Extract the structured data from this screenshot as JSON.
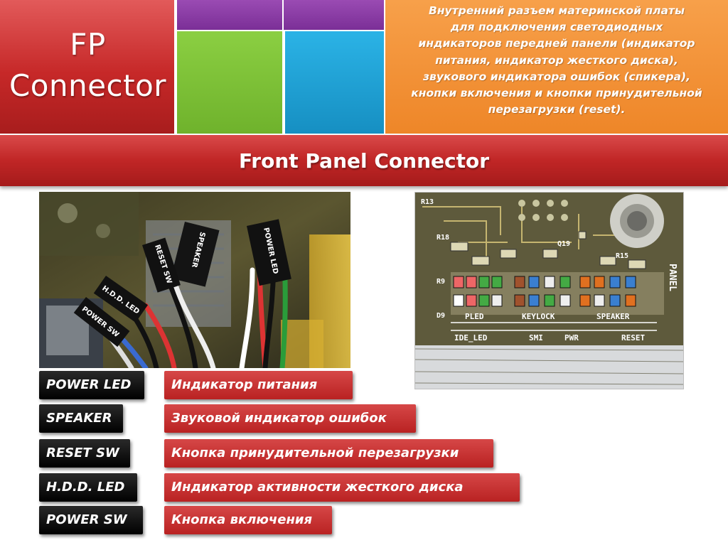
{
  "header": {
    "title_line1": "FP",
    "title_line2": "Connector",
    "description_lines": [
      "Внутренний разъем материнской платы",
      "для подключения светодиодных",
      "индикаторов передней панели (индикатор",
      "питания, индикатор жесткого диска),",
      "звукового индикатора ошибок (спикера),",
      "кнопки включения и кнопки принудительной",
      "перезагрузки (reset)."
    ]
  },
  "banner": {
    "title": "Front Panel Connector"
  },
  "photo_left": {
    "connector_labels": [
      "POWER LED",
      "SPEAKER",
      "RESET SW",
      "H.D.D. LED",
      "POWER SW"
    ]
  },
  "photo_right": {
    "silkscreen_top": [
      "PLED",
      "KEYLOCK",
      "SPEAKER"
    ],
    "silkscreen_bottom": [
      "IDE_LED",
      "SMI",
      "PWR",
      "RESET"
    ],
    "silkscreen_side": "PANEL",
    "component_marks": [
      "R13",
      "R18",
      "R9",
      "D9",
      "Q19",
      "R15"
    ]
  },
  "legend": [
    {
      "code": "POWER LED",
      "meaning": "Индикатор питания"
    },
    {
      "code": "SPEAKER",
      "meaning": "Звуковой индикатор ошибок"
    },
    {
      "code": "RESET SW",
      "meaning": "Кнопка принудительной перезагрузки"
    },
    {
      "code": "H.D.D. LED",
      "meaning": "Индикатор активности жесткого диска"
    },
    {
      "code": "POWER SW",
      "meaning": "Кнопка включения"
    }
  ],
  "colors": {
    "red": "#c62828",
    "purple": "#7b2f97",
    "green": "#6fb22c",
    "blue": "#168fc2",
    "orange": "#ee8628"
  }
}
